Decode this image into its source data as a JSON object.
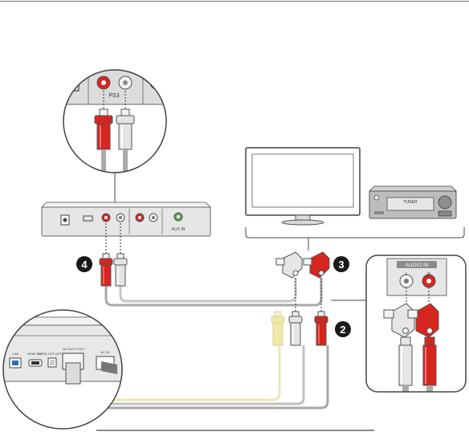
{
  "diagram": {
    "labels": {
      "ps3": "PS3",
      "aux_in": "AUX IN",
      "audio_in": "AUDIO IN",
      "left_mark": "L",
      "right_mark": "R",
      "receiver_display": "TUNER",
      "console_lan": "LAN",
      "console_hdmi": "HDMI OUT",
      "console_optical": "DIGITAL OUT (OPTICAL)",
      "console_av": "AV MULTI OUT",
      "console_ac": "AC IN"
    },
    "steps": [
      "4",
      "3",
      "2"
    ]
  },
  "colors": {
    "red_plug": "#d7251f",
    "white_plug": "#e4e4e4",
    "yellow_plug": "#efe9a6",
    "device_body": "#e9e9e9",
    "outline": "#555555",
    "cable": "#9a9a9a"
  }
}
